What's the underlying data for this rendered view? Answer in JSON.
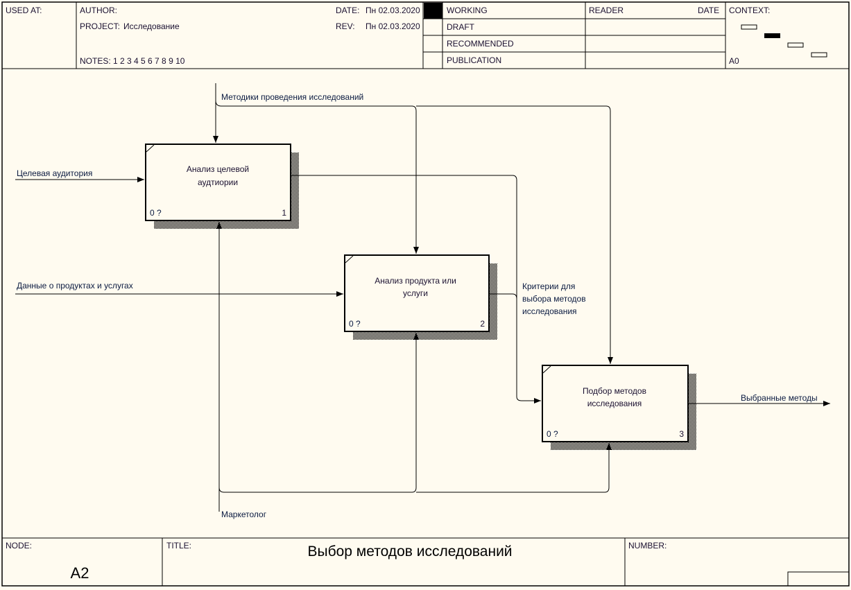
{
  "header": {
    "used_at": "USED AT:",
    "author": "AUTHOR:",
    "project_label": "PROJECT:",
    "project": "Исследование",
    "notes_label": "NOTES:",
    "notes": "1  2  3  4  5  6  7  8  9  10",
    "date_label": "DATE:",
    "date": "Пн 02.03.2020",
    "rev_label": "REV:",
    "rev": "Пн 02.03.2020",
    "status": [
      "WORKING",
      "DRAFT",
      "RECOMMENDED",
      "PUBLICATION"
    ],
    "reader": "READER",
    "reader_date": "DATE",
    "context": "CONTEXT:",
    "context_node": "A0"
  },
  "boxes": [
    {
      "line1": "Анализ целевой",
      "line2": "аудтиории",
      "cost": "0 ?",
      "num": "1"
    },
    {
      "line1": "Анализ продукта или",
      "line2": "услуги",
      "cost": "0 ?",
      "num": "2"
    },
    {
      "line1": "Подбор методов",
      "line2": "исследования",
      "cost": "0 ?",
      "num": "3"
    }
  ],
  "arrows": {
    "control": "Методики проведения исследований",
    "input1": "Целевая аудитория",
    "input2": "Данные о продуктах и услугах",
    "criteria": [
      "Критерии для",
      "выбора методов",
      "исследования"
    ],
    "output": "Выбранные методы",
    "mechanism": "Маркетолог"
  },
  "footer": {
    "node_label": "NODE:",
    "node": "A2",
    "title_label": "TITLE:",
    "title": "Выбор методов исследований",
    "number_label": "NUMBER:"
  }
}
